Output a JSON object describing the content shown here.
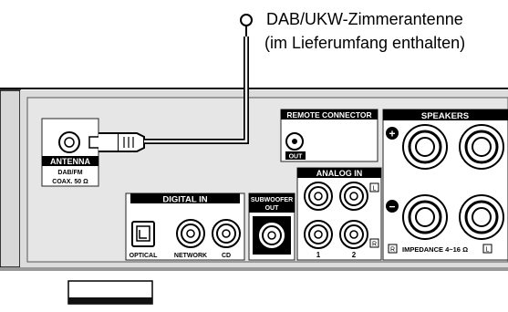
{
  "callout": {
    "line1": "DAB/UKW-Zimmerantenne",
    "line2": "(im Lieferumfang enthalten)"
  },
  "panel": {
    "antenna": {
      "title": "ANTENNA",
      "sub1": "DAB/FM",
      "sub2": "COAX. 50 Ω"
    },
    "remote": {
      "title": "REMOTE CONNECTOR",
      "out": "OUT"
    },
    "speakers": {
      "title": "SPEAKERS",
      "plus": "+",
      "minus": "−",
      "r": "R",
      "impedance": "IMPEDANCE 4~16 Ω",
      "l": "L"
    },
    "analog": {
      "title": "ANALOG IN",
      "l": "L",
      "r": "R",
      "n1": "1",
      "n2": "2"
    },
    "subwoofer": {
      "line1": "SUBWOOFER",
      "line2": "OUT"
    },
    "digital": {
      "title": "DIGITAL IN",
      "optical": "OPTICAL",
      "network": "NETWORK",
      "cd": "CD"
    }
  }
}
